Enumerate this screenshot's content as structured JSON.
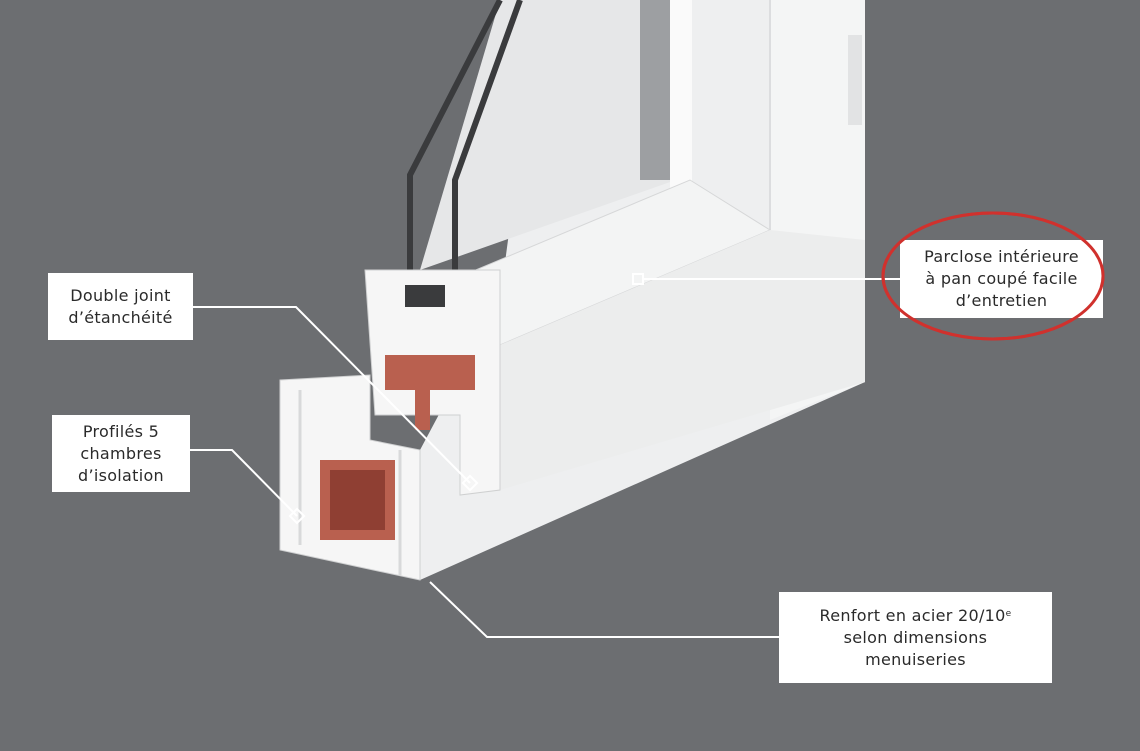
{
  "title": "Coupe fenêtre PVC",
  "callouts": {
    "double_joint": {
      "lines": [
        "Double joint",
        "d’étanchéité"
      ]
    },
    "profiles": {
      "lines": [
        "Profilés 5",
        "chambres",
        "d’isolation"
      ]
    },
    "parclose": {
      "lines": [
        "Parclose intérieure",
        "à pan coupé facile",
        "d’entretien"
      ],
      "highlight_color": "#d0312d"
    },
    "renfort": {
      "line1": "Renfort en acier 20/10",
      "line1_sup": "e",
      "line2": "selon dimensions",
      "line3": "menuiseries"
    }
  },
  "colors": {
    "background": "#6c6e71",
    "pvc": "#f1f2f2",
    "steel": "#b9604f",
    "label_bg": "#ffffff"
  }
}
